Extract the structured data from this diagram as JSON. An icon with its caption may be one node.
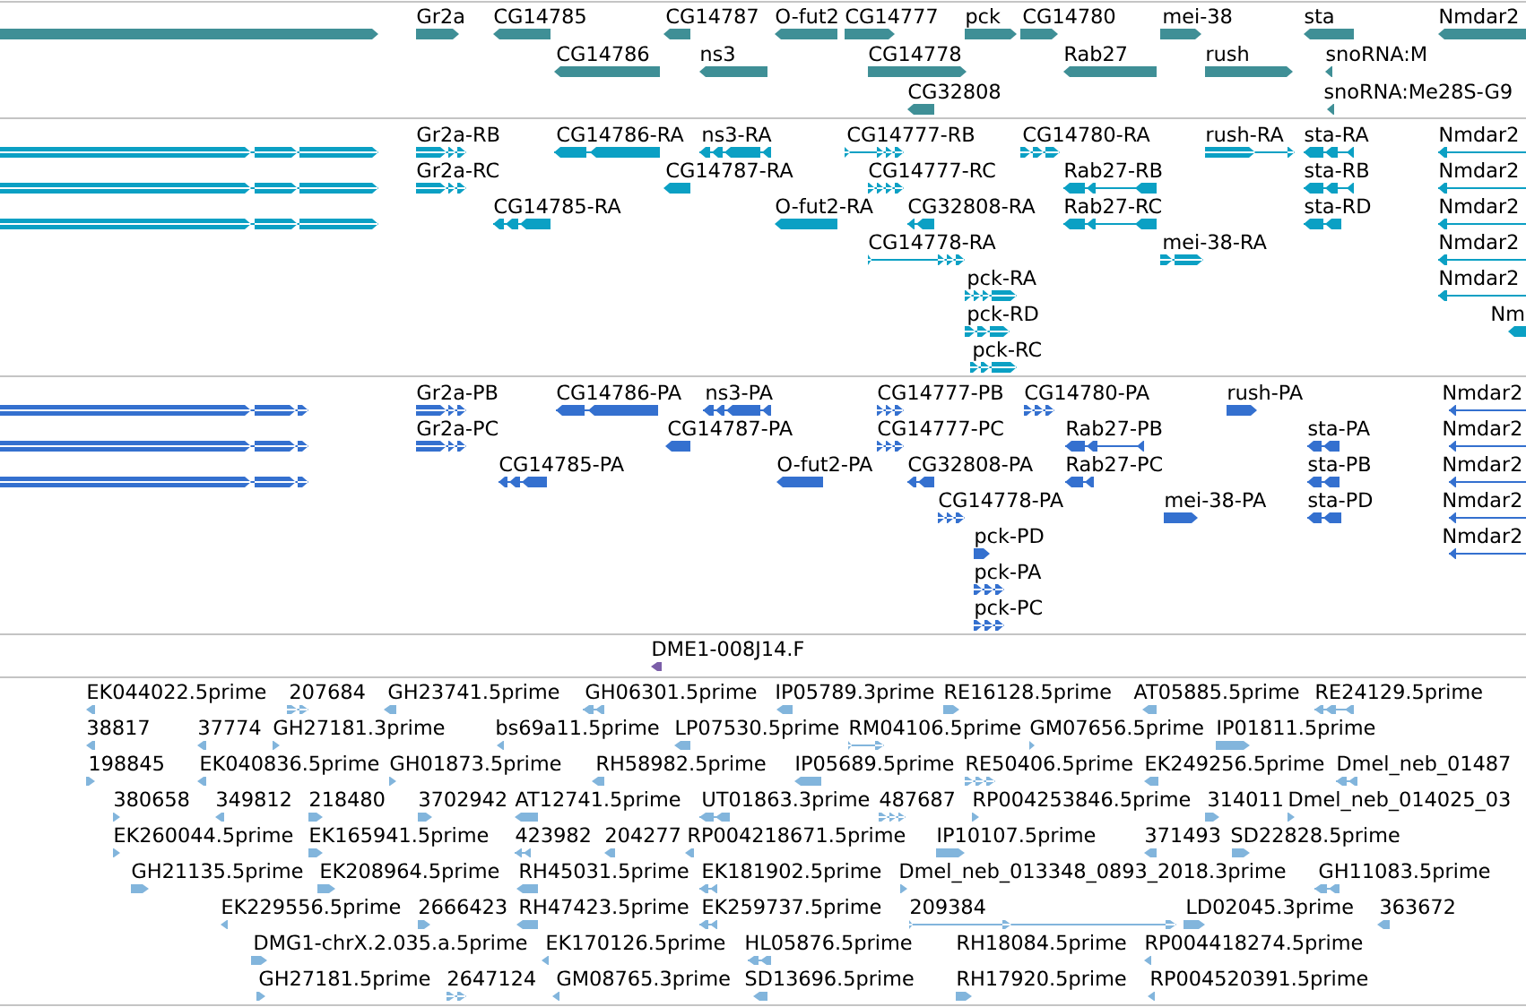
{
  "diagram": {
    "nodes": [
      {
        "text": [],
        "shape": "bar"
      },
      {
        "text": [
          "Gr2a"
        ]
      },
      {
        "text": [
          "CG14785"
        ]
      },
      {
        "text": [
          "CG14787"
        ]
      },
      {
        "text": [
          "O-fut2"
        ]
      },
      {
        "text": [
          "CG14777"
        ]
      },
      {
        "text": [
          "pck"
        ]
      },
      {
        "text": [
          "CG14780"
        ]
      },
      {
        "text": [
          "mei-38"
        ]
      },
      {
        "text": [
          "sta"
        ]
      },
      {
        "text": [
          "Nmdar2"
        ]
      },
      {
        "text": [
          "CG14786"
        ]
      },
      {
        "text": [
          "ns3"
        ]
      },
      {
        "text": [
          "CG14778"
        ]
      },
      {
        "text": [
          "Rab27"
        ]
      },
      {
        "text": [
          "rush"
        ]
      },
      {
        "text": [
          "snoRNA:M"
        ]
      },
      {
        "text": [
          "CG32808"
        ]
      },
      {
        "text": [
          "snoRNA:Me28S-G9"
        ]
      },
      {
        "text": [],
        "shape": "bar"
      },
      {
        "text": [
          "Gr2a-RB"
        ]
      },
      {
        "text": [
          "CG14786-RA"
        ]
      },
      {
        "text": [
          "ns3-RA"
        ]
      },
      {
        "text": [
          "CG14777-RB"
        ]
      },
      {
        "text": [
          "CG14780-RA"
        ]
      },
      {
        "text": [
          "rush-RA"
        ]
      },
      {
        "text": [
          "sta-RA"
        ]
      },
      {
        "text": [
          "Nmdar2"
        ]
      },
      {
        "text": [],
        "shape": "bar"
      },
      {
        "text": [
          "Gr2a-RC"
        ]
      },
      {
        "text": [
          "CG14787-RA"
        ]
      },
      {
        "text": [
          "CG14777-RC"
        ]
      },
      {
        "text": [
          "Rab27-RB"
        ]
      },
      {
        "text": [
          "sta-RB"
        ]
      },
      {
        "text": [
          "Nmdar2"
        ]
      },
      {
        "text": [],
        "shape": "bar"
      },
      {
        "text": [
          "CG14785-RA"
        ]
      },
      {
        "text": [
          "O-fut2-RA"
        ]
      },
      {
        "text": [
          "CG32808-RA"
        ]
      },
      {
        "text": [
          "Rab27-RC"
        ]
      },
      {
        "text": [
          "sta-RD"
        ]
      },
      {
        "text": [
          "Nmdar2"
        ]
      },
      {
        "text": [
          "CG14778-RA"
        ]
      },
      {
        "text": [
          "mei-38-RA"
        ]
      },
      {
        "text": [
          "Nmdar2"
        ]
      },
      {
        "text": [
          "pck-RA"
        ]
      },
      {
        "text": [
          "Nmdar2"
        ]
      },
      {
        "text": [
          "pck-RD"
        ]
      },
      {
        "text": [
          "Nm"
        ]
      },
      {
        "text": [
          "pck-RC"
        ]
      },
      {
        "text": [],
        "shape": "bar"
      },
      {
        "text": [
          "Gr2a-PB"
        ]
      },
      {
        "text": [
          "CG14786-PA"
        ]
      },
      {
        "text": [
          "ns3-PA"
        ]
      },
      {
        "text": [
          "CG14777-PB"
        ]
      },
      {
        "text": [
          "CG14780-PA"
        ]
      },
      {
        "text": [
          "rush-PA"
        ]
      },
      {
        "text": [
          "Nmdar2"
        ]
      },
      {
        "text": [],
        "shape": "bar"
      },
      {
        "text": [
          "Gr2a-PC"
        ]
      },
      {
        "text": [
          "CG14787-PA"
        ]
      },
      {
        "text": [
          "CG14777-PC"
        ]
      },
      {
        "text": [
          "Rab27-PB"
        ]
      },
      {
        "text": [
          "sta-PA"
        ]
      },
      {
        "text": [
          "Nmdar2"
        ]
      },
      {
        "text": [],
        "shape": "bar"
      },
      {
        "text": [
          "CG14785-PA"
        ]
      },
      {
        "text": [
          "O-fut2-PA"
        ]
      },
      {
        "text": [
          "CG32808-PA"
        ]
      },
      {
        "text": [
          "Rab27-PC"
        ]
      },
      {
        "text": [
          "sta-PB"
        ]
      },
      {
        "text": [
          "Nmdar2"
        ]
      },
      {
        "text": [
          "CG14778-PA"
        ]
      },
      {
        "text": [
          "mei-38-PA"
        ]
      },
      {
        "text": [
          "sta-PD"
        ]
      },
      {
        "text": [
          "Nmdar2"
        ]
      },
      {
        "text": [
          "pck-PD"
        ]
      },
      {
        "text": [
          "Nmdar2"
        ]
      },
      {
        "text": [
          "pck-PA"
        ]
      },
      {
        "text": [
          "pck-PC"
        ]
      },
      {
        "text": [
          "DME1-008J14.F"
        ]
      },
      {
        "text": [
          "EK044022.5prime"
        ]
      },
      {
        "text": [
          "207684"
        ]
      },
      {
        "text": [
          "GH23741.5prime"
        ]
      },
      {
        "text": [
          "GH06301.5prime"
        ]
      },
      {
        "text": [
          "IP05789.3prime"
        ]
      },
      {
        "text": [
          "RE16128.5prime"
        ]
      },
      {
        "text": [
          "AT05885.5prime"
        ]
      },
      {
        "text": [
          "RE24129.5prime"
        ]
      },
      {
        "text": [
          "38817"
        ]
      },
      {
        "text": [
          "37774"
        ]
      },
      {
        "text": [
          "GH27181.3prime"
        ]
      },
      {
        "text": [
          "bs69a11.5prime"
        ]
      },
      {
        "text": [
          "LP07530.5prime"
        ]
      },
      {
        "text": [
          "RM04106.5prime"
        ]
      },
      {
        "text": [
          "GM07656.5prime"
        ]
      },
      {
        "text": [
          "IP01811.5prime"
        ]
      },
      {
        "text": [
          "198845"
        ]
      },
      {
        "text": [
          "EK040836.5prime"
        ]
      },
      {
        "text": [
          "GH01873.5prime"
        ]
      },
      {
        "text": [
          "RH58982.5prime"
        ]
      },
      {
        "text": [
          "IP05689.5prime"
        ]
      },
      {
        "text": [
          "RE50406.5prime"
        ]
      },
      {
        "text": [
          "EK249256.5prime"
        ]
      },
      {
        "text": [
          "Dmel_neb_01487"
        ]
      },
      {
        "text": [
          "380658"
        ]
      },
      {
        "text": [
          "349812"
        ]
      },
      {
        "text": [
          "218480"
        ]
      },
      {
        "text": [
          "3702942"
        ]
      },
      {
        "text": [
          "AT12741.5prime"
        ]
      },
      {
        "text": [
          "UT01863.3prime"
        ]
      },
      {
        "text": [
          "487687"
        ]
      },
      {
        "text": [
          "RP004253846.5prime"
        ]
      },
      {
        "text": [
          "314011"
        ]
      },
      {
        "text": [
          "Dmel_neb_014025_03"
        ]
      },
      {
        "text": [
          "EK260044.5prime"
        ]
      },
      {
        "text": [
          "EK165941.5prime"
        ]
      },
      {
        "text": [
          "423982"
        ]
      },
      {
        "text": [
          "204277"
        ]
      },
      {
        "text": [
          "RP004218671.5prime"
        ]
      },
      {
        "text": [
          "IP10107.5prime"
        ]
      },
      {
        "text": [
          "371493"
        ]
      },
      {
        "text": [
          "SD22828.5prime"
        ]
      },
      {
        "text": [
          "GH21135.5prime"
        ]
      },
      {
        "text": [
          "EK208964.5prime"
        ]
      },
      {
        "text": [
          "RH45031.5prime"
        ]
      },
      {
        "text": [
          "EK181902.5prime"
        ]
      },
      {
        "text": [
          "Dmel_neb_013348_0893_2018.3prime"
        ]
      },
      {
        "text": [
          "GH11083.5prime"
        ]
      },
      {
        "text": [
          "EK229556.5prime"
        ]
      },
      {
        "text": [
          "2666423"
        ]
      },
      {
        "text": [
          "RH47423.5prime"
        ]
      },
      {
        "text": [
          "EK259737.5prime"
        ]
      },
      {
        "text": [
          "209384"
        ]
      },
      {
        "text": [
          "LD02045.3prime"
        ]
      },
      {
        "text": [
          "363672"
        ]
      },
      {
        "text": [
          "DMG1-chrX.2.035.a.5prime"
        ]
      },
      {
        "text": [
          "EK170126.5prime"
        ]
      },
      {
        "text": [
          "HL05876.5prime"
        ]
      },
      {
        "text": [
          "RH18084.5prime"
        ]
      },
      {
        "text": [
          "RP004418274.5prime"
        ]
      },
      {
        "text": [
          "GH27181.5prime"
        ]
      },
      {
        "text": [
          "2647124"
        ]
      },
      {
        "text": [
          "GM08765.3prime"
        ]
      },
      {
        "text": [
          "SD13696.5prime"
        ]
      },
      {
        "text": [
          "RH17920.5prime"
        ]
      },
      {
        "text": [
          "RP004520391.5prime"
        ]
      }
    ]
  }
}
